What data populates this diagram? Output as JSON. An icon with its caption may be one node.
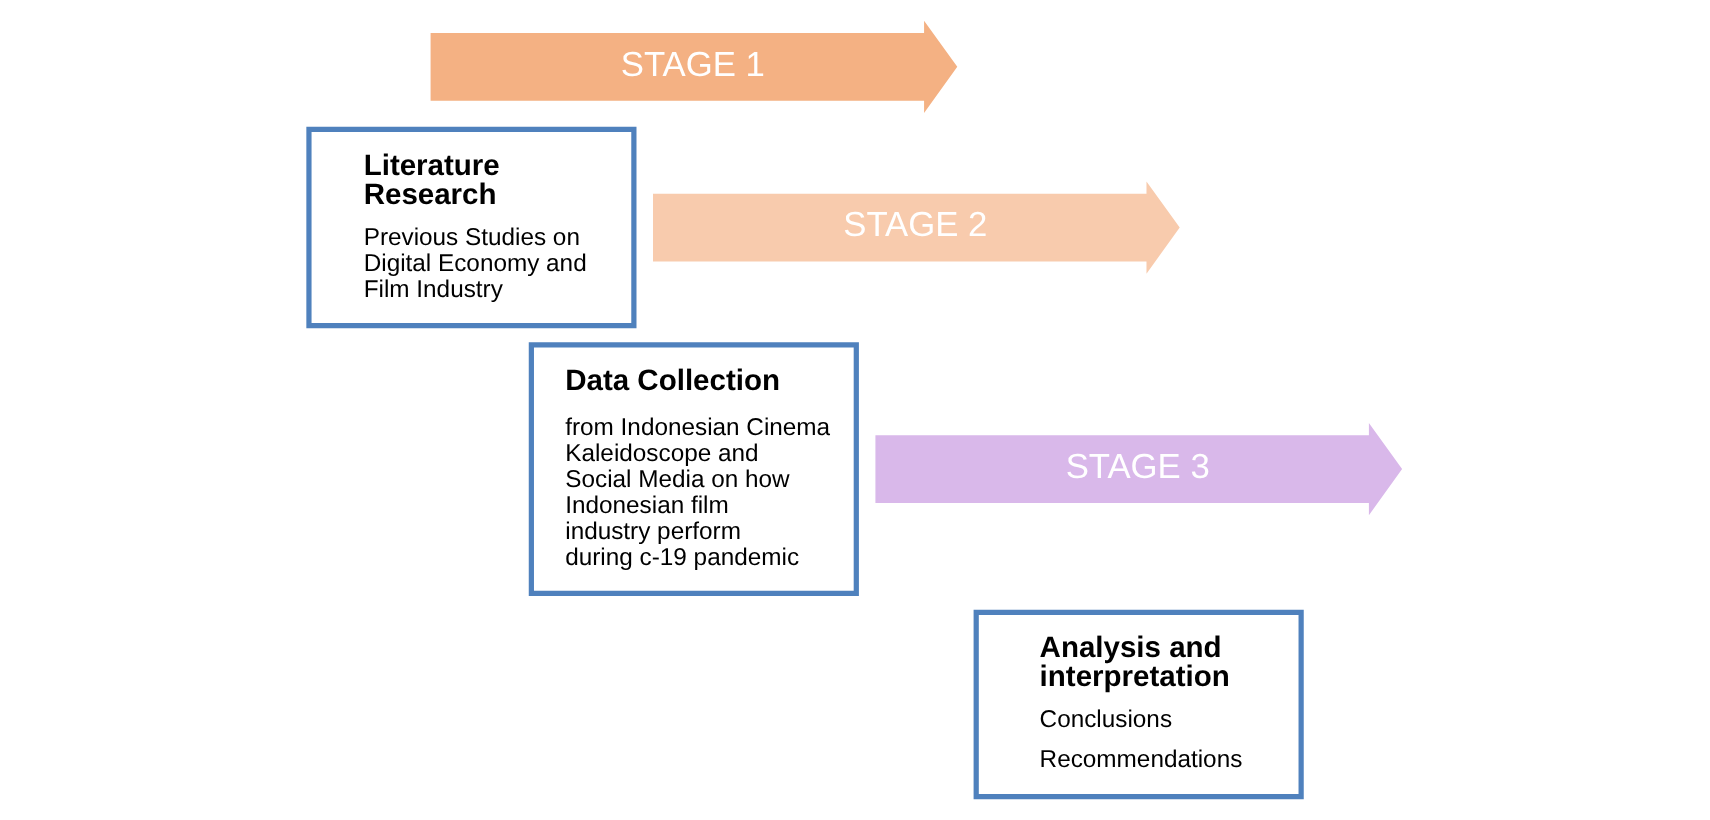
{
  "diagram": {
    "nodes": [
      {
        "text": [
          "STAGE 1"
        ]
      },
      {
        "text": [
          "Literature Research",
          "Previous Studies on Digital Economy and Film Industry"
        ]
      },
      {
        "text": [
          "STAGE 2"
        ]
      },
      {
        "text": [
          "Data Collection",
          "from Indonesian Cinema Kaleidoscope and Social Media on how Indonesian film industry perform during c-19 pandemic"
        ]
      },
      {
        "text": [
          "STAGE 3"
        ]
      },
      {
        "text": [
          "Analysis and interpretation",
          "Conclusions",
          "Recommendations"
        ]
      }
    ]
  }
}
